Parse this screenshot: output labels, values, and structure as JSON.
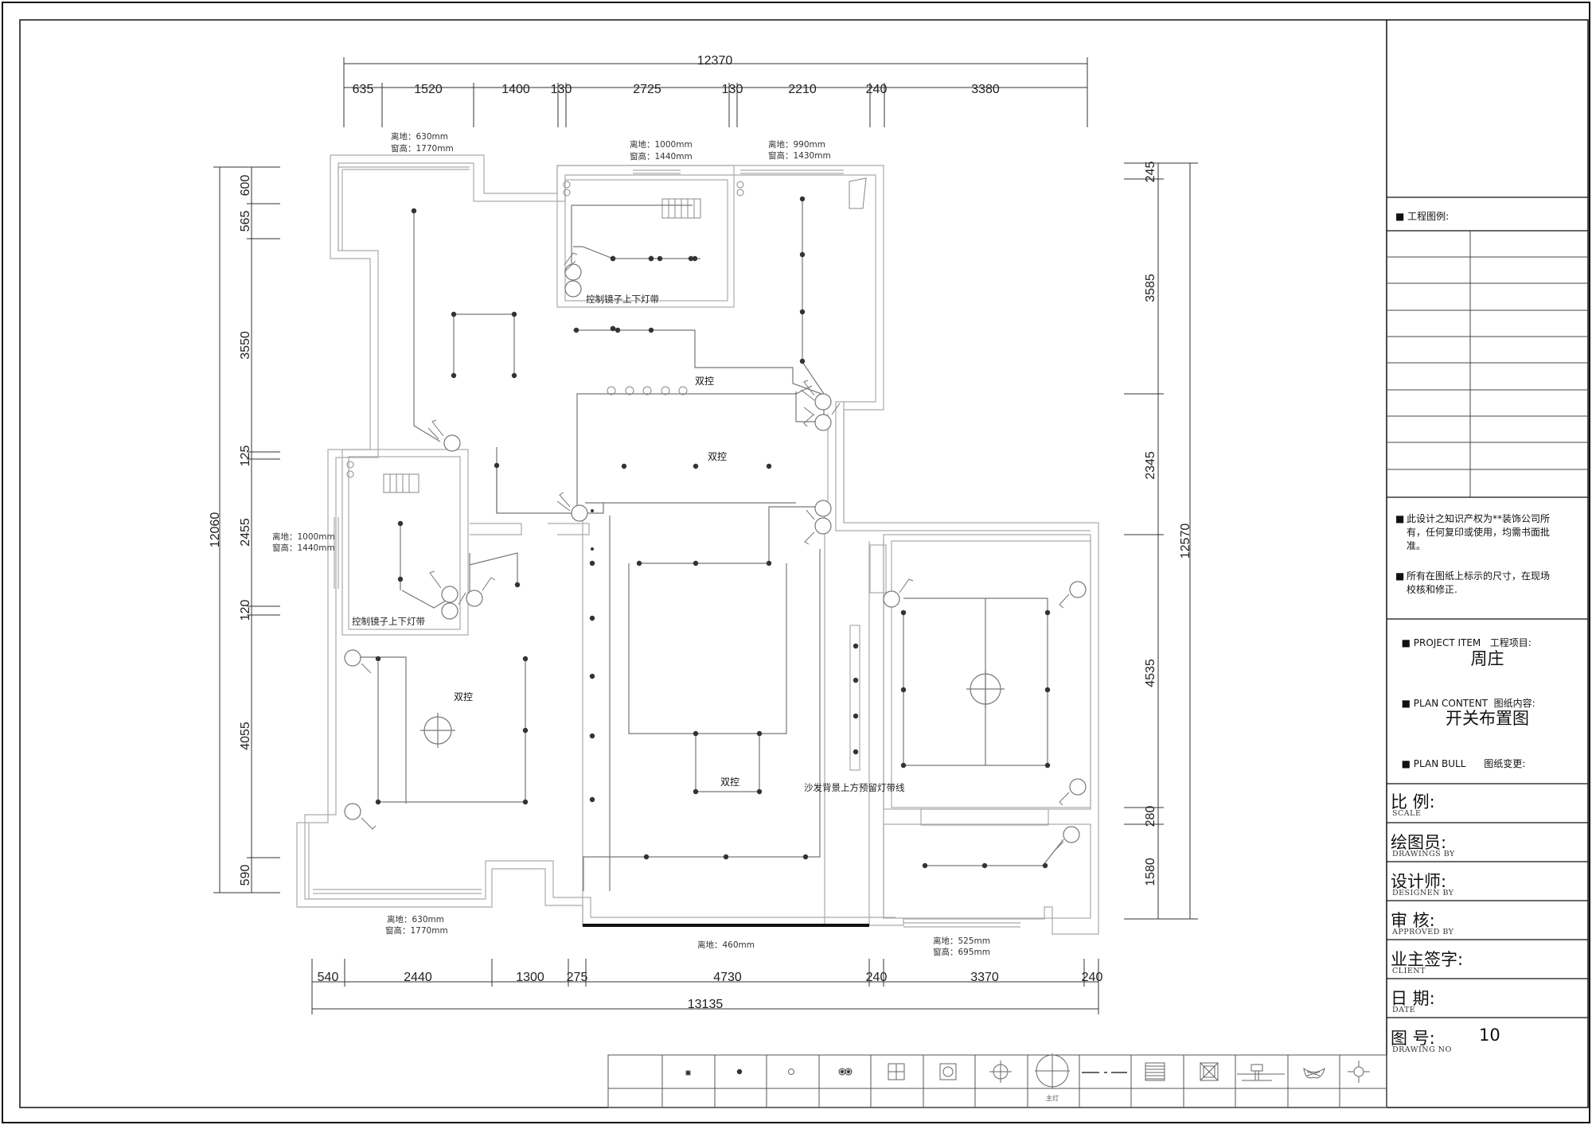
{
  "dims_top": {
    "total": "12370",
    "segments": [
      "635",
      "1520",
      "1400",
      "130",
      "2725",
      "130",
      "2210",
      "240",
      "3380"
    ]
  },
  "dims_bottom": {
    "total": "13135",
    "segments": [
      "540",
      "2440",
      "1300",
      "275",
      "4730",
      "240",
      "3370",
      "240"
    ]
  },
  "dims_left": {
    "total": "12060",
    "segments": [
      "600",
      "565",
      "3550",
      "125",
      "2455",
      "120",
      "4055",
      "590"
    ]
  },
  "dims_right": {
    "total": "12570",
    "segments": [
      "245",
      "3585",
      "2345",
      "4535",
      "280",
      "1580"
    ]
  },
  "window_notes": [
    {
      "line1": "离地：630mm",
      "line2": "窗高：1770mm"
    },
    {
      "line1": "离地：1000mm",
      "line2": "窗高：1440mm"
    },
    {
      "line1": "离地：990mm",
      "line2": "窗高：1430mm"
    },
    {
      "line1": "离地：1000mm",
      "line2": "窗高：1440mm"
    },
    {
      "line1": "离地：630mm",
      "line2": "窗高：1770mm"
    },
    {
      "line1": "离地：525mm",
      "line2": "窗高：695mm"
    }
  ],
  "bottom_note": "离地：460mm",
  "labels": {
    "mirror_light_1": "控制镜子上下灯带",
    "mirror_light_2": "控制镜子上下灯带",
    "sofa_strip": "沙发背景上方预留灯带线"
  },
  "dual_controls": [
    "双控",
    "双控",
    "双控",
    "双控"
  ],
  "title_block": {
    "legend_heading": "工程图例:",
    "note1": "此设计之知识产权为**装饰公司所有，任何复印或使用，均需书面批准。",
    "note2": "所有在图纸上标示的尺寸，在现场校核和修正.",
    "project_item_label": "PROJECT ITEM   工程项目:",
    "project_item_value": "周庄",
    "plan_content_label": "PLAN CONTENT  图纸内容:",
    "plan_content_value": "开关布置图",
    "plan_bull_label": "PLAN BULL      图纸变更:",
    "scale_label": "比 例:",
    "scale_sub": "SCALE",
    "drawings_by_label": "绘图员:",
    "drawings_by_sub": "DRAWINGS BY",
    "designer_label": "设计师:",
    "designer_sub": "DESIGNEN BY",
    "approved_label": "审 核:",
    "approved_sub": "APPROVED BY",
    "client_label": "业主签字:",
    "client_sub": "CLIENT",
    "date_label": "日 期:",
    "date_sub": "DATE",
    "drawing_no_label": "图 号:",
    "drawing_no_value": "10",
    "drawing_no_sub": "DRAWING NO"
  },
  "legend": {
    "icons": [
      "small-dot-icon",
      "downlight-icon",
      "spot-circle-icon",
      "double-spot-icon",
      "square-panel-icon",
      "round-panel-icon",
      "crosshair-light-icon",
      "main-light-icon",
      "dash-line-icon",
      "grille-icon",
      "exhaust-icon",
      "track-light-icon",
      "wall-lamp-icon",
      "chandelier-icon"
    ],
    "main_light_caption": "主灯"
  }
}
